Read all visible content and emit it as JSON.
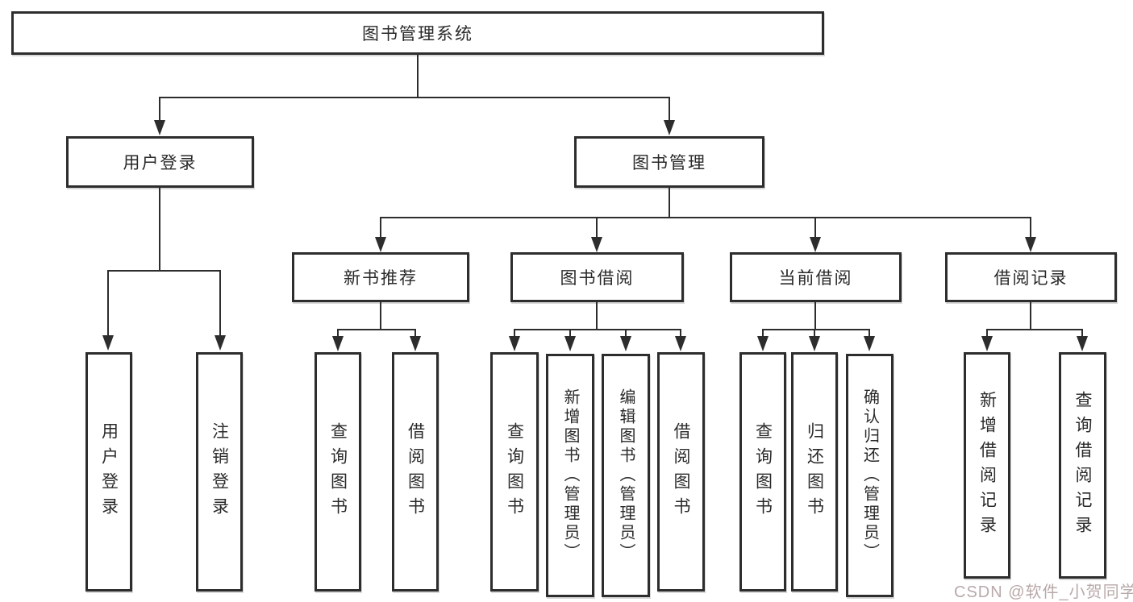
{
  "diagram": {
    "title": "图书管理系统",
    "root": {
      "label": "图书管理系统"
    },
    "branches": [
      {
        "label": "用户登录",
        "children": [
          {
            "label": "用户登录"
          },
          {
            "label": "注销登录"
          }
        ]
      },
      {
        "label": "图书管理",
        "children": [
          {
            "label": "新书推荐",
            "children": [
              {
                "label": "查询图书"
              },
              {
                "label": "借阅图书"
              }
            ]
          },
          {
            "label": "图书借阅",
            "children": [
              {
                "label": "查询图书"
              },
              {
                "label": "新增图书（管理员）"
              },
              {
                "label": "编辑图书（管理员）"
              },
              {
                "label": "借阅图书"
              }
            ]
          },
          {
            "label": "当前借阅",
            "children": [
              {
                "label": "查询图书"
              },
              {
                "label": "归还图书"
              },
              {
                "label": "确认归还（管理员）"
              }
            ]
          },
          {
            "label": "借阅记录",
            "children": [
              {
                "label": "新增借阅记录"
              },
              {
                "label": "查询借阅记录"
              }
            ]
          }
        ]
      }
    ]
  },
  "watermark": {
    "text": "CSDN @软件_小贺同学"
  },
  "colors": {
    "line": "#2d2d2d",
    "box_border": "#2d2d2d",
    "box_background": "#ffffff",
    "text": "#2a2a2a",
    "watermark": "#b9a9a9",
    "page_background": "#ffffff"
  }
}
